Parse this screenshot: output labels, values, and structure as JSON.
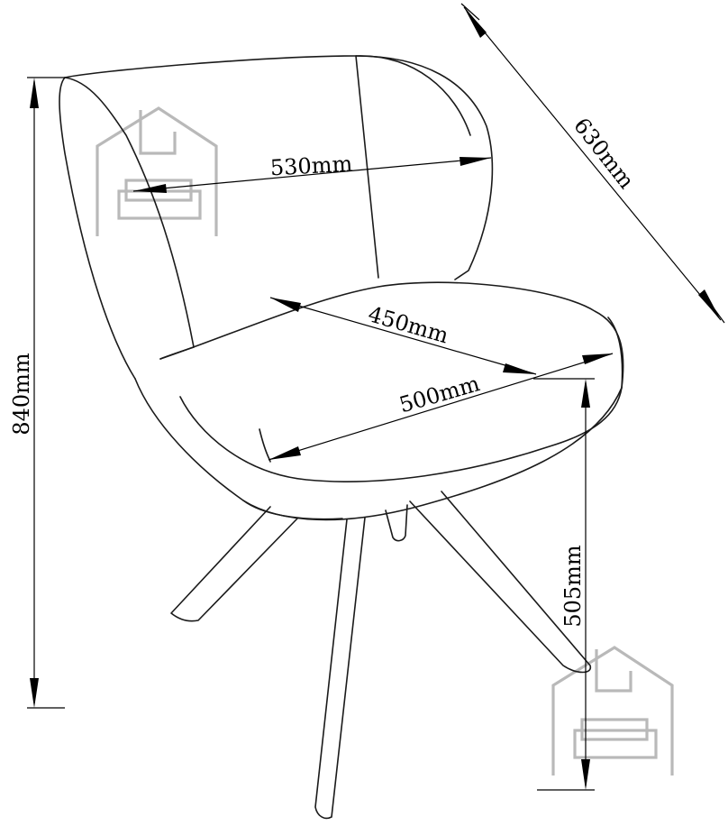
{
  "dimensions": {
    "height_total": "840mm",
    "depth": "630mm",
    "backrest_width": "530mm",
    "seat_depth": "450mm",
    "seat_width": "500mm",
    "seat_height": "505mm"
  },
  "watermark_icon": "house-sofa-icon"
}
